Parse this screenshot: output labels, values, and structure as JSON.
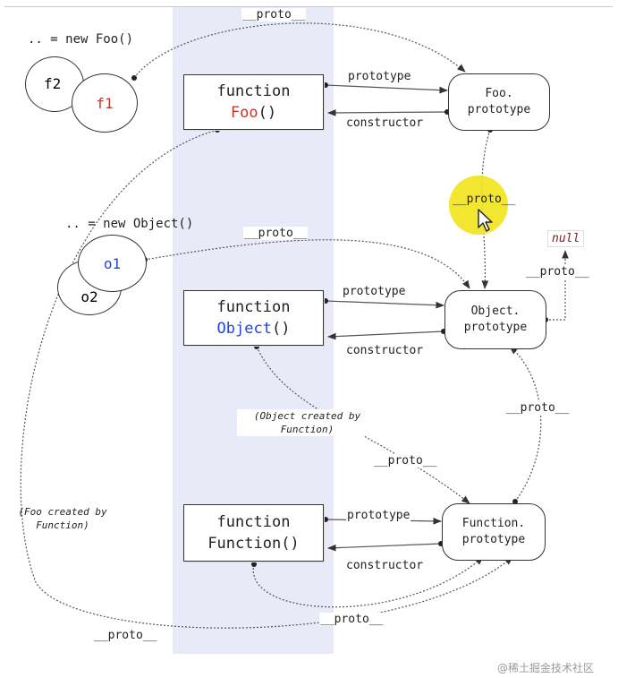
{
  "captions": {
    "new_foo": ".. = new Foo()",
    "new_object": ".. = new Object()"
  },
  "instances": {
    "f2": "f2",
    "f1": "f1",
    "o1": "o1",
    "o2": "o2"
  },
  "functions": {
    "foo": {
      "keyword": "function",
      "name": "Foo",
      "parens": "()"
    },
    "object": {
      "keyword": "function",
      "name": "Object",
      "parens": "()"
    },
    "function": {
      "keyword": "function",
      "name": "Function()"
    }
  },
  "prototypes": {
    "foo": {
      "line1": "Foo.",
      "line2": "prototype"
    },
    "object": {
      "line1": "Object.",
      "line2": "prototype"
    },
    "function": {
      "line1": "Function.",
      "line2": "prototype"
    }
  },
  "null_label": "null",
  "edge_labels": {
    "proto": "__proto__",
    "prototype": "prototype",
    "constructor": "constructor"
  },
  "notes": {
    "object_created": "(Object created by Function)",
    "foo_created": "(Foo created by Function)"
  },
  "watermark": "@稀土掘金技术社区",
  "colors": {
    "highlight_band": "#e8eaf8",
    "accent_red": "#c0392b",
    "accent_blue": "#2244dd",
    "cursor_highlight": "#f2e31a",
    "line": "#555555"
  }
}
